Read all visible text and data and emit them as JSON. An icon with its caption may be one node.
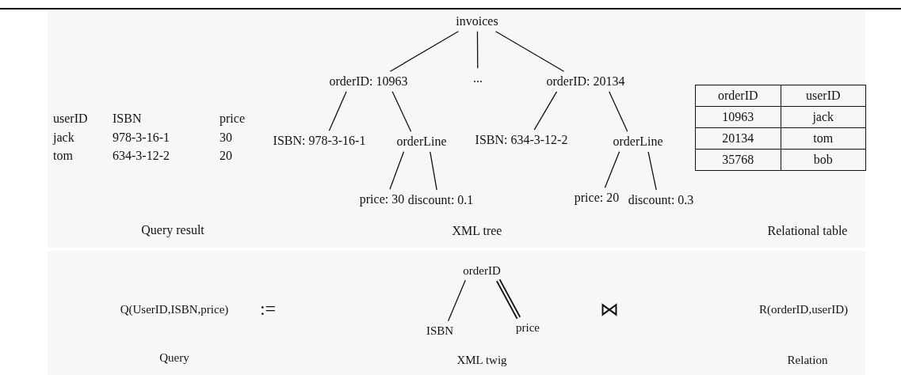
{
  "diagram": {
    "nodes": [
      {
        "text": [
          "invoices"
        ]
      },
      {
        "text": [
          "orderID: 10963"
        ]
      },
      {
        "text": [
          "..."
        ]
      },
      {
        "text": [
          "orderID: 20134"
        ]
      },
      {
        "text": [
          "ISBN: 978-3-16-1"
        ]
      },
      {
        "text": [
          "orderLine"
        ]
      },
      {
        "text": [
          "ISBN: 634-3-12-2"
        ]
      },
      {
        "text": [
          "orderLine"
        ]
      },
      {
        "text": [
          "price: 30"
        ]
      },
      {
        "text": [
          "discount: 0.1"
        ]
      },
      {
        "text": [
          "price: 20"
        ]
      },
      {
        "text": [
          "discount: 0.3"
        ]
      },
      {
        "text": [
          "orderID"
        ]
      },
      {
        "text": [
          "ISBN"
        ]
      },
      {
        "text": [
          "price"
        ]
      }
    ],
    "edges": [
      {
        "from": 0,
        "to": 1,
        "arrow": "none"
      },
      {
        "from": 0,
        "to": 2,
        "arrow": "none"
      },
      {
        "from": 0,
        "to": 3,
        "arrow": "none"
      },
      {
        "from": 1,
        "to": 4,
        "arrow": "none"
      },
      {
        "from": 1,
        "to": 5,
        "arrow": "none"
      },
      {
        "from": 3,
        "to": 6,
        "arrow": "none"
      },
      {
        "from": 3,
        "to": 7,
        "arrow": "none"
      },
      {
        "from": 5,
        "to": 8,
        "arrow": "none"
      },
      {
        "from": 5,
        "to": 9,
        "arrow": "none"
      },
      {
        "from": 7,
        "to": 10,
        "arrow": "none"
      },
      {
        "from": 7,
        "to": 11,
        "arrow": "none"
      },
      {
        "from": 12,
        "to": 13,
        "arrow": "none"
      },
      {
        "from": 12,
        "to": 14,
        "arrow": "none",
        "style": "thick"
      }
    ],
    "labels": [
      "userID",
      "ISBN",
      "price",
      "jack",
      "978-3-16-1",
      "30",
      "tom",
      "634-3-12-2",
      "20",
      "orderID",
      "userID",
      "10963",
      "jack",
      "20134",
      "tom",
      "35768",
      "bob",
      "Query result",
      "XML tree",
      "Relational table",
      "Q(UserID,ISBN,price)",
      ":=",
      "⋈",
      "R(orderID,userID)",
      "Query",
      "XML twig",
      "Relation"
    ]
  }
}
